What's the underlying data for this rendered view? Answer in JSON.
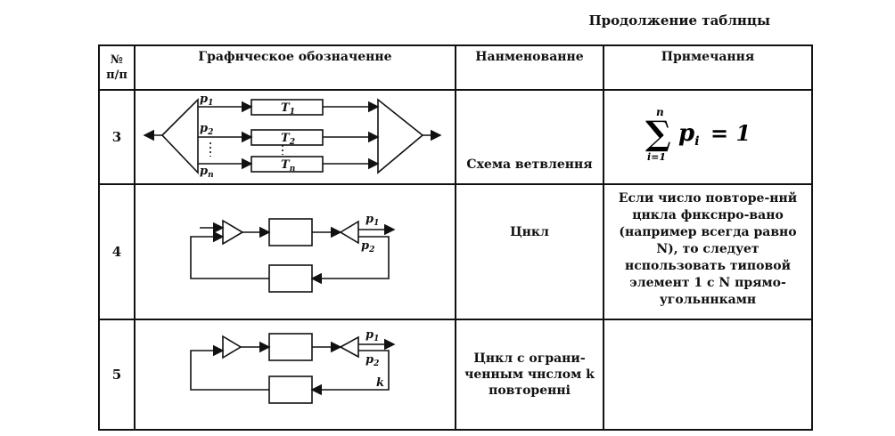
{
  "caption": "Продолжение таблнцы",
  "headers": {
    "num": [
      "№",
      "п/п"
    ],
    "graph": "Графнческое обозначенне",
    "name": "Нанменованне",
    "note": "Прнмечання"
  },
  "rows": [
    {
      "num": "3",
      "name": "Схема ветвлення",
      "labels": {
        "p1": "p",
        "p1_sub": "1",
        "p2": "p",
        "p2_sub": "2",
        "pn": "p",
        "pn_sub": "n",
        "t1": "T",
        "t1_sub": "1",
        "t2": "T",
        "t2_sub": "2",
        "tn": "T",
        "tn_sub": "n"
      },
      "formula": {
        "sum_top": "n",
        "sum_bottom": "i=1",
        "body": "p",
        "body_sub": "i",
        "rhs": "= 1"
      }
    },
    {
      "num": "4",
      "name": "Цнкл",
      "labels": {
        "p1": "p",
        "p1_sub": "1",
        "p2": "p",
        "p2_sub": "2"
      },
      "note": "Если число повторе-ннй цнкла фнкснро-вано (например всегда равно N), то следует нспользовать типовой элемент 1 с N прямо-угольннкамн"
    },
    {
      "num": "5",
      "name": "Цнкл с ограни-ченным чнслом k повторенні",
      "labels": {
        "p1": "p",
        "p1_sub": "1",
        "p2": "p",
        "p2_sub": "2",
        "k": "k"
      },
      "note": ""
    }
  ]
}
